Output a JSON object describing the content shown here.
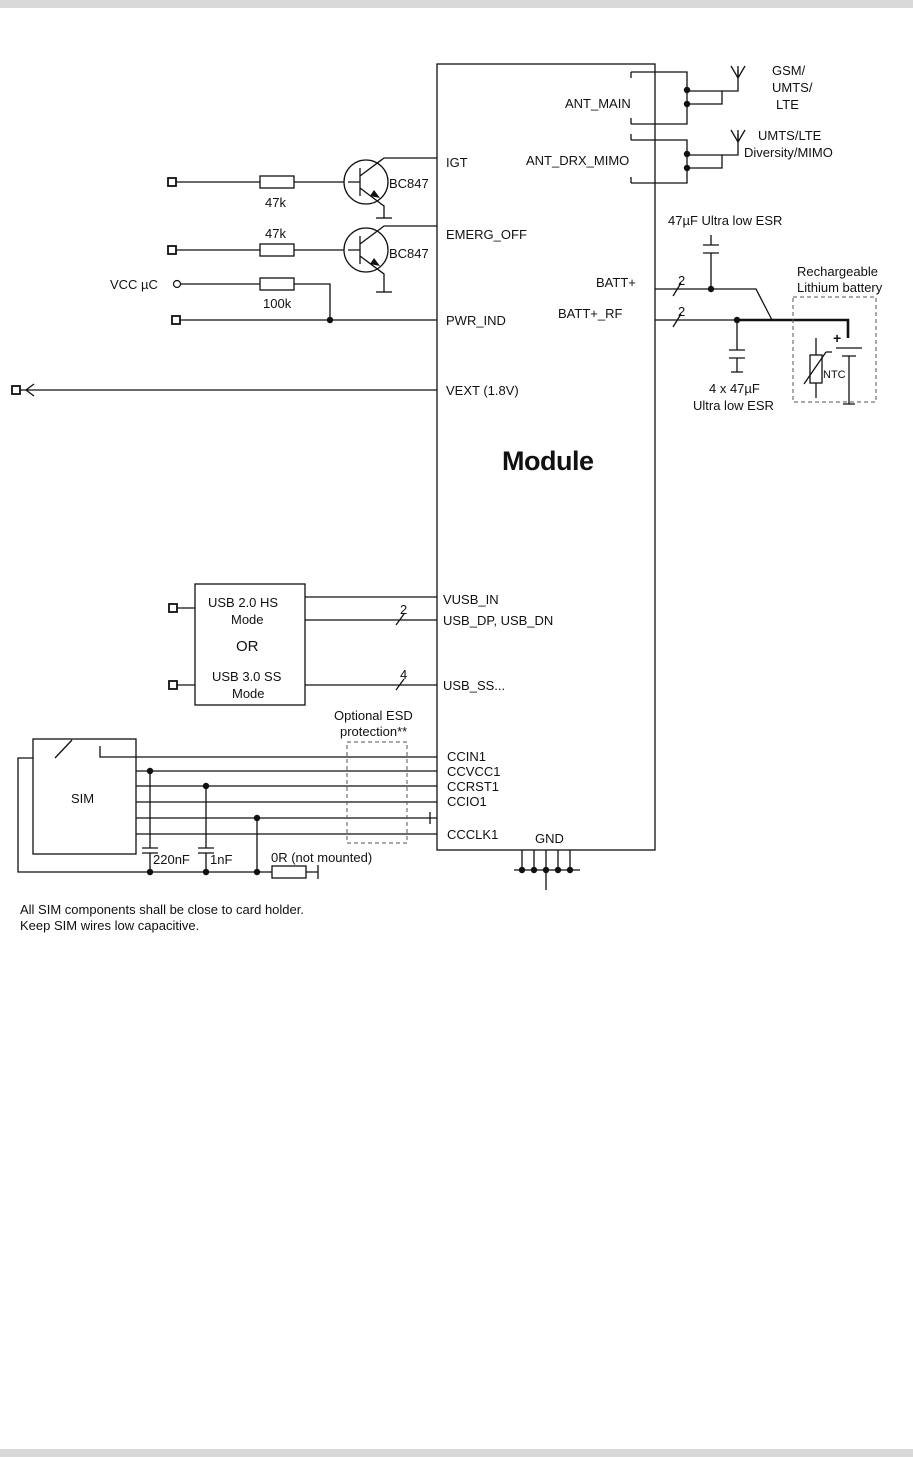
{
  "module": {
    "title": "Module",
    "pins": {
      "ant_main": "ANT_MAIN",
      "ant_drx": "ANT_DRX_MIMO",
      "igt": "IGT",
      "emerg_off": "EMERG_OFF",
      "pwr_ind": "PWR_IND",
      "vext": "VEXT (1.8V)",
      "batt": "BATT+",
      "batt_rf": "BATT+_RF",
      "vusb_in": "VUSB_IN",
      "usb_dp_dn": "USB_DP, USB_DN",
      "usb_ss": "USB_SS...",
      "ccin1": "CCIN1",
      "ccvcc1": "CCVCC1",
      "ccrst1": "CCRST1",
      "ccio1": "CCIO1",
      "ccclk1": "CCCLK1",
      "gnd": "GND"
    }
  },
  "antennas": {
    "main": [
      "GSM/",
      "UMTS/",
      "LTE"
    ],
    "diversity": [
      "UMTS/LTE",
      "Diversity/MIMO"
    ]
  },
  "components": {
    "r1": "47k",
    "r2": "47k",
    "r3": "100k",
    "t1": "BC847",
    "t2": "BC847",
    "vcc_uc": "VCC µC",
    "cap_top": "47µF Ultra low ESR",
    "cap_bottom": [
      "4 x 47µF",
      "Ultra low ESR"
    ],
    "batt_label": [
      "Rechargeable",
      "Lithium battery"
    ],
    "ntc": "NTC",
    "plus": "+",
    "bus2a": "2",
    "bus2b": "2",
    "bus2c": "2",
    "bus4": "4"
  },
  "usb_box": {
    "hs": [
      "USB 2.0 HS",
      "Mode"
    ],
    "or": "OR",
    "ss": [
      "USB 3.0 SS",
      "Mode"
    ]
  },
  "sim": {
    "label": "SIM",
    "esd": [
      "Optional ESD",
      "protection**"
    ],
    "c1": "220nF",
    "c2": "1nF",
    "r0": "0R (not mounted)"
  },
  "notes": [
    "All SIM components shall be close to card holder.",
    "Keep SIM wires low capacitive."
  ]
}
